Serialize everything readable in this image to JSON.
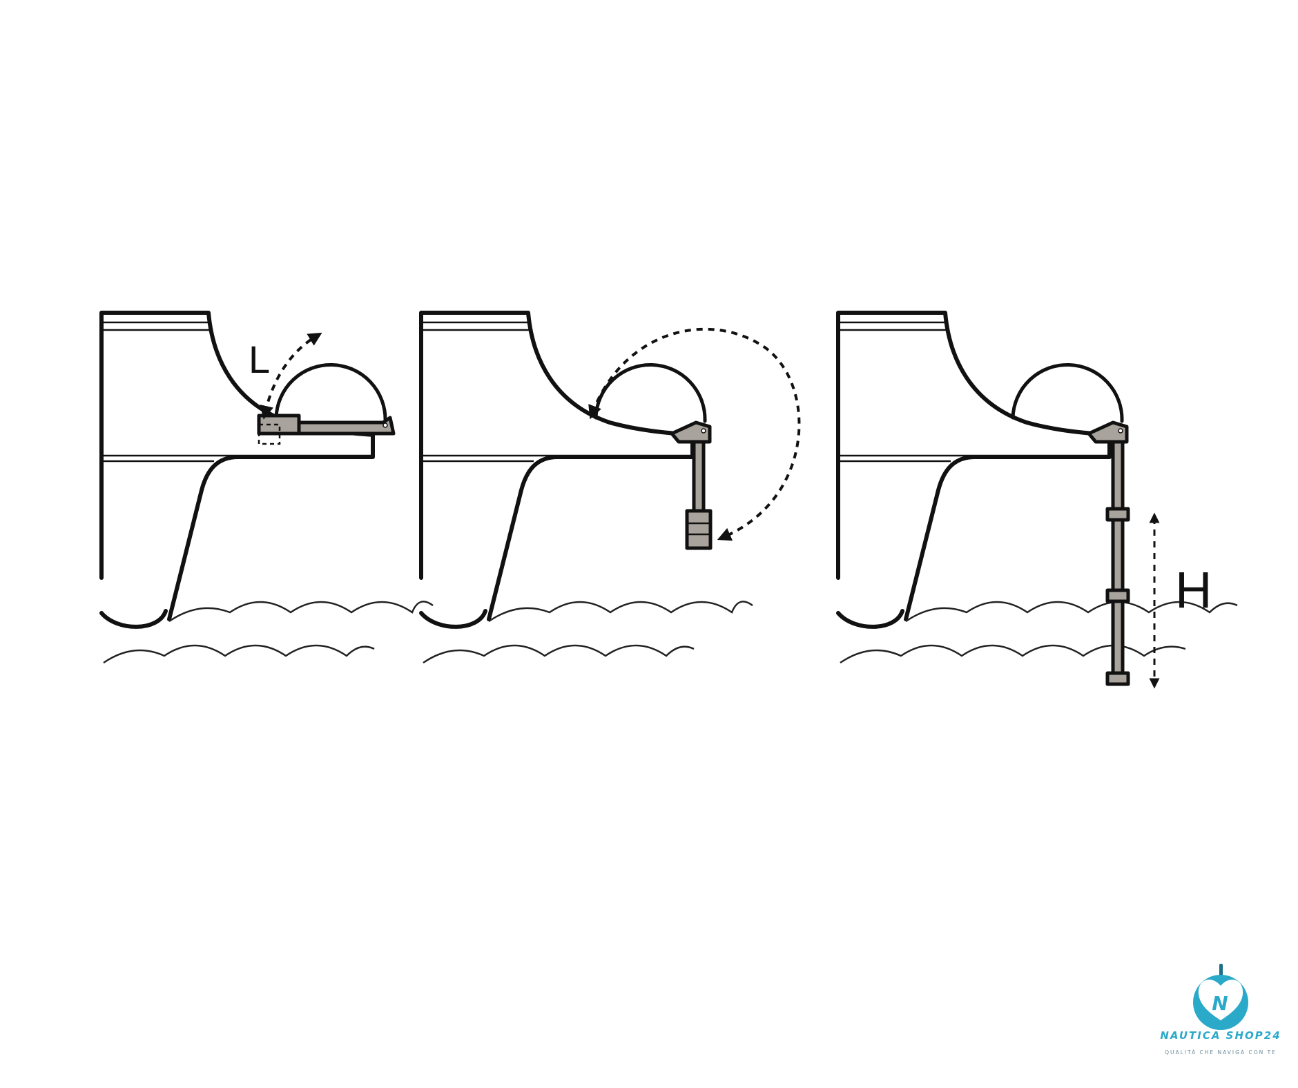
{
  "diagram": {
    "panels": [
      {
        "id": "folded",
        "label": "L"
      },
      {
        "id": "rotating"
      },
      {
        "id": "extended",
        "label": "H"
      }
    ]
  },
  "logo": {
    "brand": "NAUTICA SHOP24",
    "tagline": "QUALITÀ CHE NAVIGA CON TE",
    "monogram": "N",
    "color": "#2aa9c9"
  }
}
